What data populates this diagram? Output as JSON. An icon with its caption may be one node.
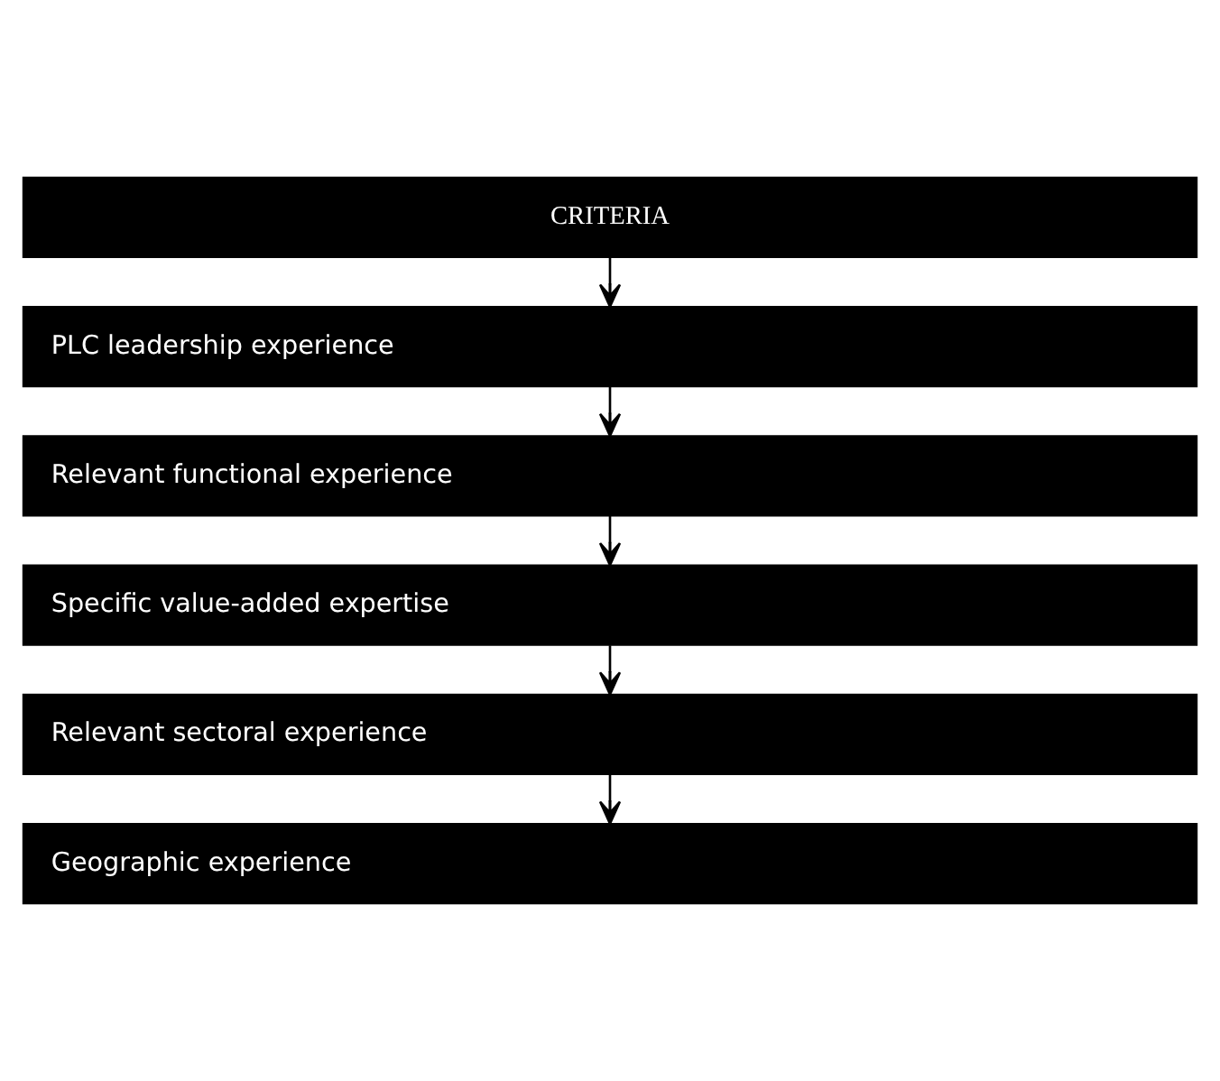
{
  "diagram": {
    "nodes": [
      {
        "text": [
          "CRITERIA"
        ]
      },
      {
        "text": [
          "PLC leadership experience"
        ]
      },
      {
        "text": [
          "Relevant functional experience"
        ]
      },
      {
        "text": [
          "Specific value-added expertise"
        ]
      },
      {
        "text": [
          "Relevant sectoral experience"
        ]
      },
      {
        "text": [
          "Geographic experience"
        ]
      }
    ],
    "edges": [
      {
        "from": 0,
        "to": 1,
        "arrow": "to"
      },
      {
        "from": 1,
        "to": 2,
        "arrow": "to"
      },
      {
        "from": 2,
        "to": 3,
        "arrow": "to"
      },
      {
        "from": 3,
        "to": 4,
        "arrow": "to"
      },
      {
        "from": 4,
        "to": 5,
        "arrow": "to"
      }
    ]
  }
}
